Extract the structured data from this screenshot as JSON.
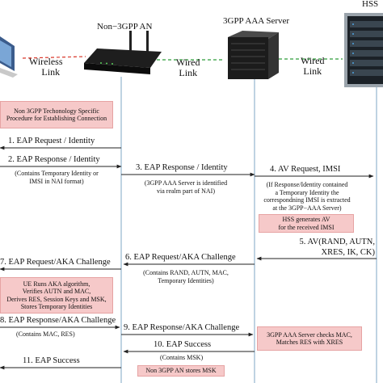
{
  "entities": {
    "non3gpp_an": "Non−3GPP AN",
    "aaa_server": "3GPP AAA Server",
    "hss": "HSS"
  },
  "links": {
    "wireless": [
      "Wireless",
      "Link"
    ],
    "wired1": [
      "Wired",
      "Link"
    ],
    "wired2": [
      "Wired",
      "Link"
    ]
  },
  "boxes": {
    "procedure": [
      "Non 3GPP Techonology Specific",
      "Procedure for Establishing Connection"
    ],
    "hss_av": [
      "HSS generates AV",
      "for the received IMSI"
    ],
    "ue_aka": [
      "UE Runs AKA algorithm,",
      "Verifies AUTN and MAC,",
      "Derives RES, Session Keys and MSK,",
      "Stores Temporary Identities"
    ],
    "aaa_check": [
      "3GPP AAA Server checks MAC,",
      "Matches RES with XRES"
    ],
    "msk_store": [
      "Non 3GPP AN stores MSK"
    ]
  },
  "messages": {
    "m1": "1. EAP Request / Identity",
    "m2": "2. EAP Response / Identity",
    "m2_note": [
      "(Contains Temporary Identity or",
      "IMSI in NAI format)"
    ],
    "m3": "3. EAP Response / Identity",
    "m3_note": [
      "(3GPP AAA Server is identified",
      "via realm part of NAI)"
    ],
    "m4": "4. AV Request, IMSI",
    "m4_note": [
      "(If Response/Identity contained",
      "a Temporary Identity the",
      "correspondning IMSI is extracted",
      "at the 3GPP−AAA Server)"
    ],
    "m5": [
      "5. AV(RAND, AUTN,",
      "XRES, IK, CK)"
    ],
    "m6": "6. EAP Request/AKA Challenge",
    "m6_note": [
      "(Contains RAND, AUTN, MAC,",
      "Temporary Identities)"
    ],
    "m7": "7. EAP Request/AKA Challenge",
    "m8": "8. EAP Response/AKA Challenge",
    "m8_note": "(Contains MAC, RES)",
    "m9": "9. EAP Response/AKA Challenge",
    "m10": "10. EAP Success",
    "m10_note": "(Contains MSK)",
    "m11": "11. EAP Success"
  },
  "colors": {
    "box_fill": "#f6c9c9",
    "wireless_link": "#d9372a",
    "wired_link": "#2e9e3a",
    "lifeline": "#7fa7c4"
  }
}
